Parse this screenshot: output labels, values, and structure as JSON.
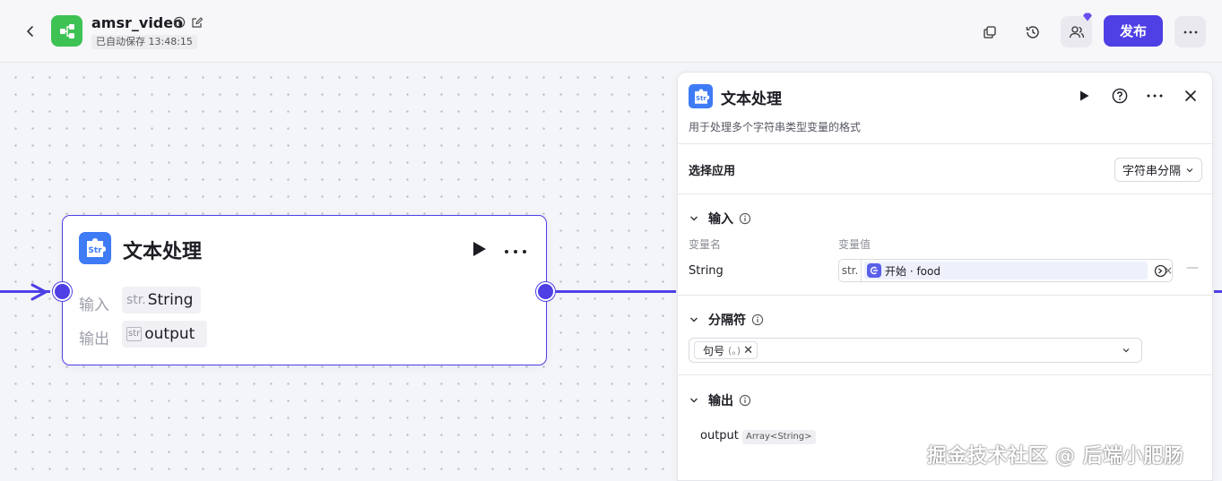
{
  "header": {
    "app_name": "amsr_video",
    "save_status": "已自动保存 13:48:15",
    "publish_label": "发布"
  },
  "node": {
    "title": "文本处理",
    "input_label": "输入",
    "input_type": "str.",
    "input_value": "String",
    "output_label": "输出",
    "output_type": "str",
    "output_value": "output"
  },
  "panel": {
    "title": "文本处理",
    "description": "用于处理多个字符串类型变量的格式",
    "select_app_label": "选择应用",
    "select_app_value": "字符串分隔",
    "input_section": {
      "title": "输入",
      "col_name": "变量名",
      "col_value": "变量值",
      "var_name": "String",
      "var_type": "str.",
      "ref_text": "开始 · food",
      "clear": "×",
      "remove": "—"
    },
    "separator_section": {
      "title": "分隔符",
      "tag_label": "句号",
      "tag_sub": "(。)",
      "tag_remove": "✕"
    },
    "output_section": {
      "title": "输出",
      "name": "output",
      "type": "Array<String>"
    }
  },
  "icons": {
    "back": "chevron-left-icon",
    "copy": "copy-icon",
    "history": "history-icon",
    "collab": "users-icon",
    "more": "more-horizontal-icon",
    "run": "play-icon",
    "help": "help-circle-icon",
    "close": "close-icon"
  },
  "colors": {
    "accent": "#4e40e5",
    "node_icon": "#3e7bf5",
    "app_logo": "#3ec254"
  },
  "watermark": "掘金技术社区 @ 后端小肥肠"
}
